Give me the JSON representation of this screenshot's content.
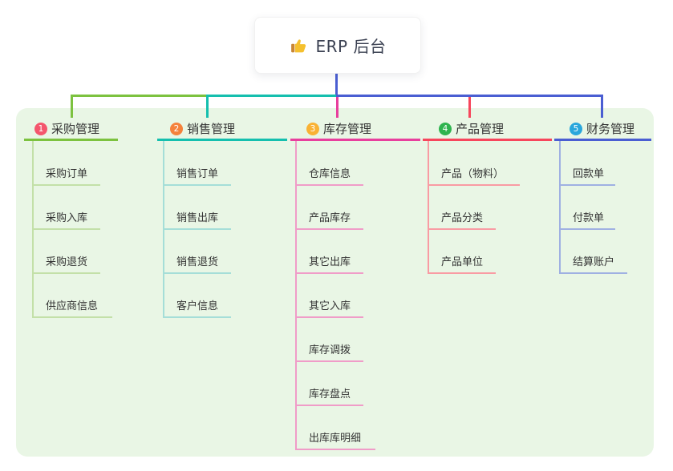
{
  "root": {
    "title": "ERP 后台",
    "icon": "thumbs-up-icon"
  },
  "theme": {
    "page_bg": "#ffffff",
    "panel_bg": "#e9f6e5",
    "text_color": "#333333",
    "root_text_color": "#3b4152",
    "root_connector_color": "#4a5ed2"
  },
  "branches": [
    {
      "index": "1",
      "label": "采购管理",
      "badge_color": "#f4566d",
      "line_color": "#7cc23f",
      "light_line_color": "#c3e0a8",
      "children": [
        "采购订单",
        "采购入库",
        "采购退货",
        "供应商信息"
      ]
    },
    {
      "index": "2",
      "label": "销售管理",
      "badge_color": "#f5823c",
      "line_color": "#15bfae",
      "light_line_color": "#a5ded8",
      "children": [
        "销售订单",
        "销售出库",
        "销售退货",
        "客户信息"
      ]
    },
    {
      "index": "3",
      "label": "库存管理",
      "badge_color": "#f9b234",
      "line_color": "#e83f9d",
      "light_line_color": "#f09cc8",
      "children": [
        "仓库信息",
        "产品库存",
        "其它出库",
        "其它入库",
        "库存调拨",
        "库存盘点",
        "出库库明细"
      ]
    },
    {
      "index": "4",
      "label": "产品管理",
      "badge_color": "#2fb44f",
      "line_color": "#f7465c",
      "light_line_color": "#f99ba3",
      "children": [
        "产品（物料）",
        "产品分类",
        "产品单位"
      ]
    },
    {
      "index": "5",
      "label": "财务管理",
      "badge_color": "#2aa7dc",
      "line_color": "#4a5ed2",
      "light_line_color": "#9fb0e2",
      "children": [
        "回款单",
        "付款单",
        "结算账户"
      ]
    }
  ]
}
